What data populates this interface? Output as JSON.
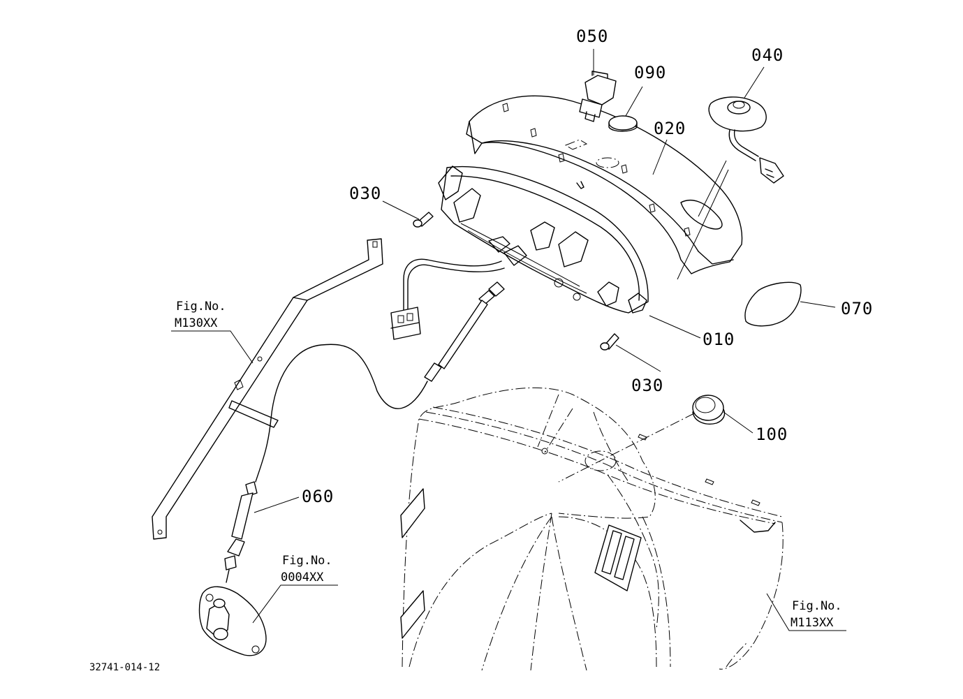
{
  "diagram": {
    "callouts": {
      "p010": "010",
      "p020": "020",
      "p030a": "030",
      "p030b": "030",
      "p040": "040",
      "p050": "050",
      "p060": "060",
      "p070": "070",
      "p090": "090",
      "p100": "100"
    },
    "figure_refs": {
      "m130": {
        "label": "Fig.No.",
        "code": "M130XX"
      },
      "f0004": {
        "label": "Fig.No.",
        "code": "0004XX"
      },
      "m113": {
        "label": "Fig.No.",
        "code": "M113XX"
      }
    },
    "document_id": "32741-014-12"
  }
}
